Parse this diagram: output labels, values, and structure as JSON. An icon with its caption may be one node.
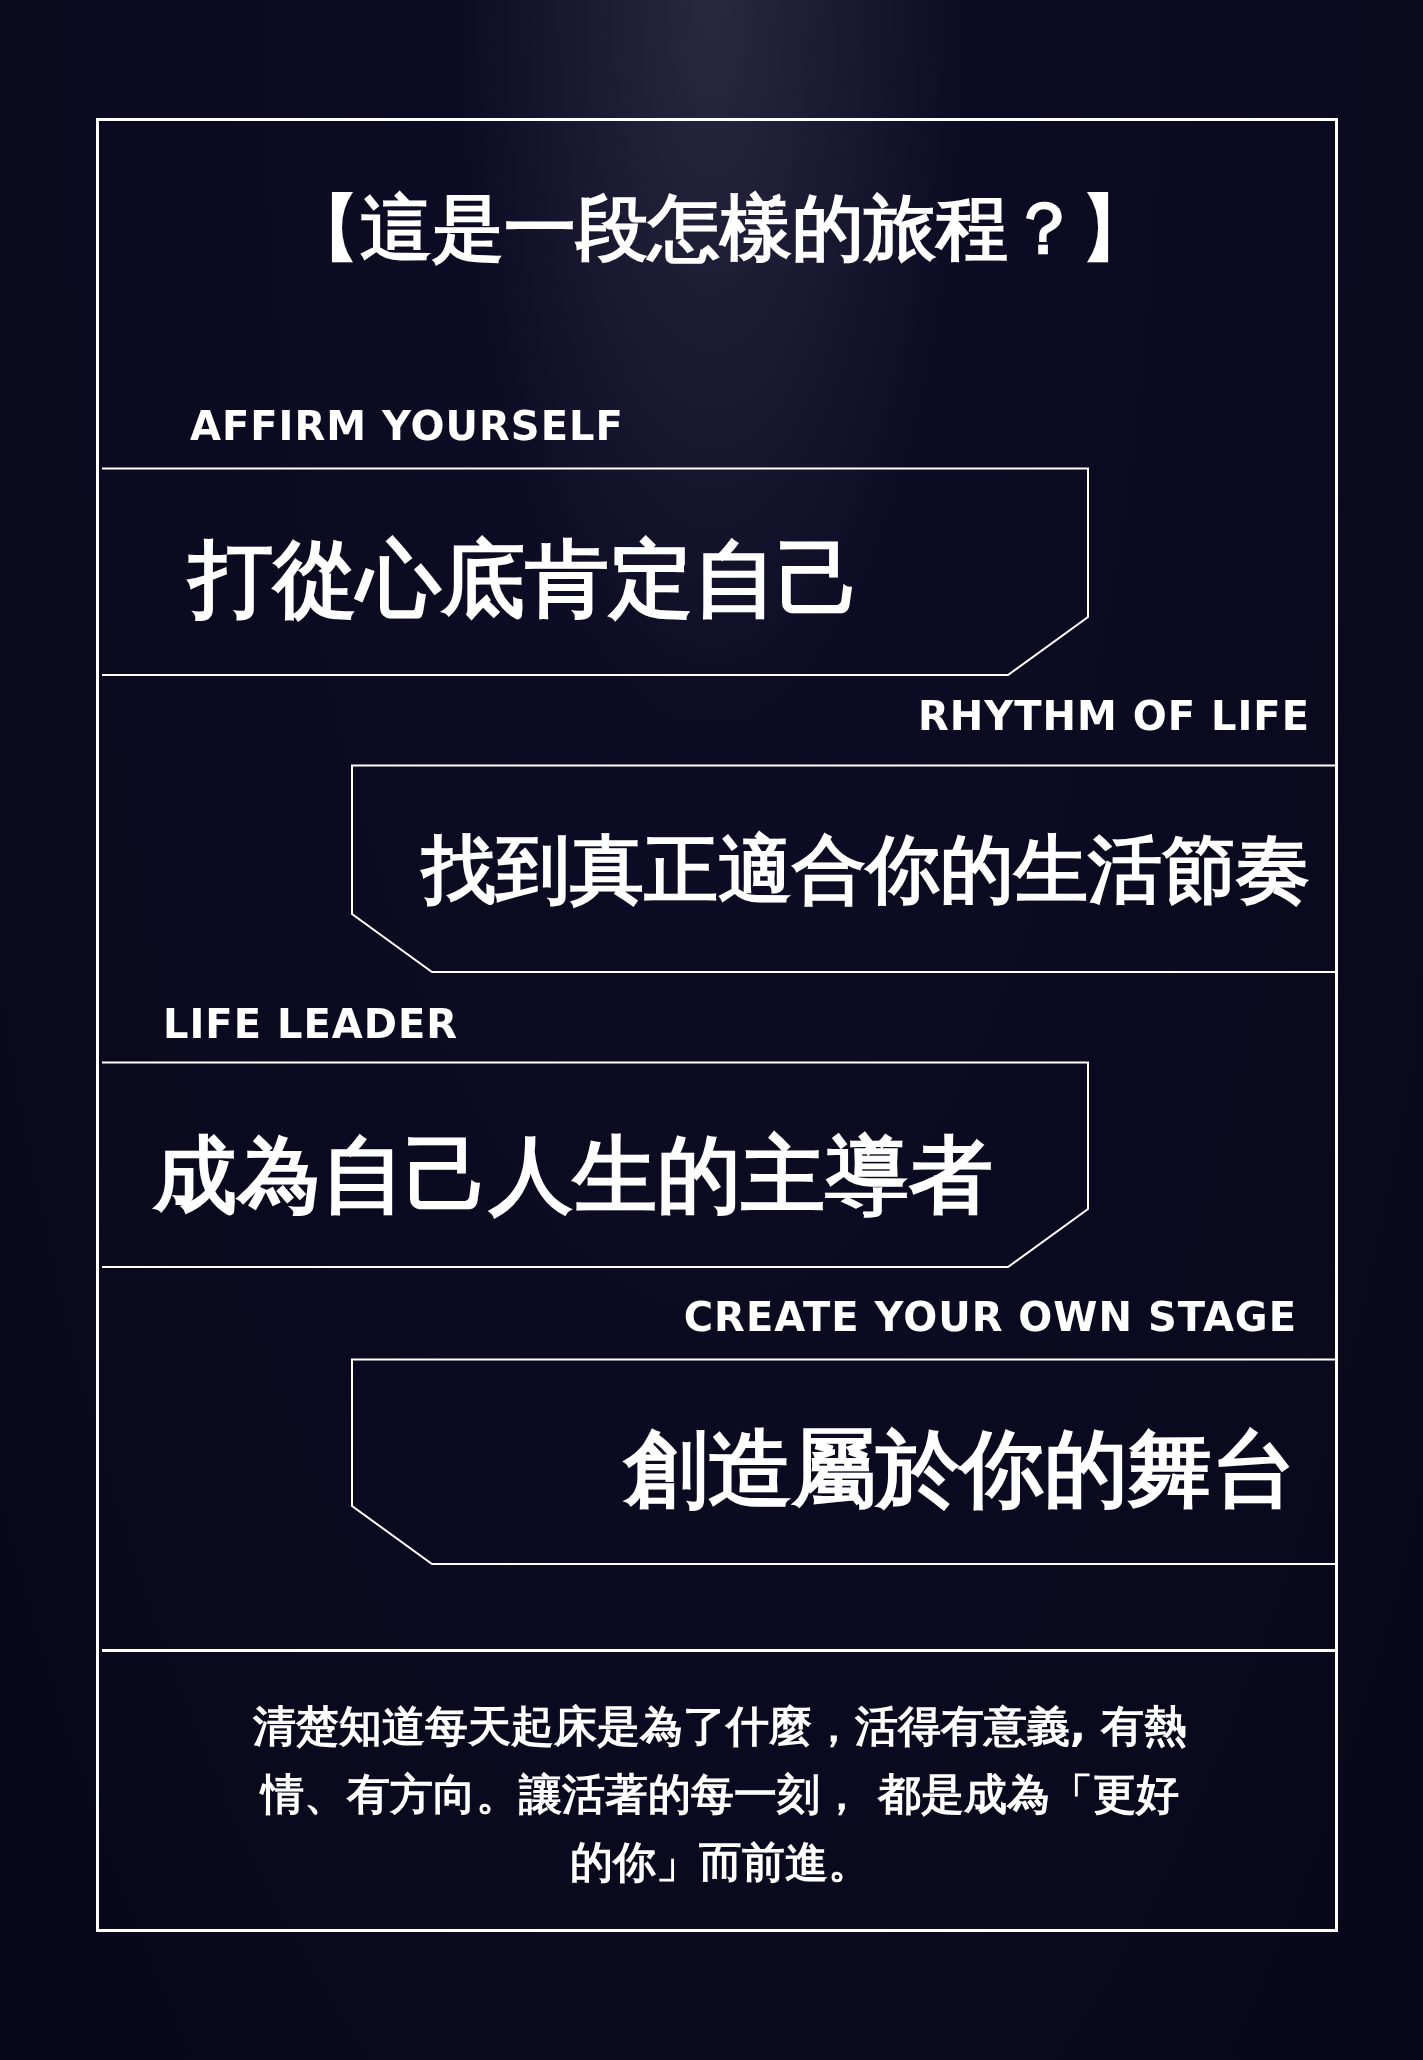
{
  "diagram": {
    "title": "【這是一段怎樣的旅程？】",
    "nodes": [
      {
        "text": [],
        "shape": "box"
      },
      {
        "text": [
          "AFFIRM YOURSELF",
          "打從心底肯定自己"
        ],
        "in": 0
      },
      {
        "text": [
          "RHYTHM OF LIFE",
          "找到真正適合你的生活節奏"
        ],
        "in": 0
      },
      {
        "text": [
          "LIFE LEADER",
          "成為自己人生的主導者"
        ],
        "in": 0
      },
      {
        "text": [
          "CREATE YOUR OWN STAGE",
          "創造屬於你的舞台"
        ],
        "in": 0
      },
      {
        "text": [
          "清楚知道每天起床是為了什麼，活得有意義, 有熱情、有方向。讓活著的每一刻， 都是成為「更好的你」而前進。"
        ],
        "in": 0
      }
    ]
  }
}
